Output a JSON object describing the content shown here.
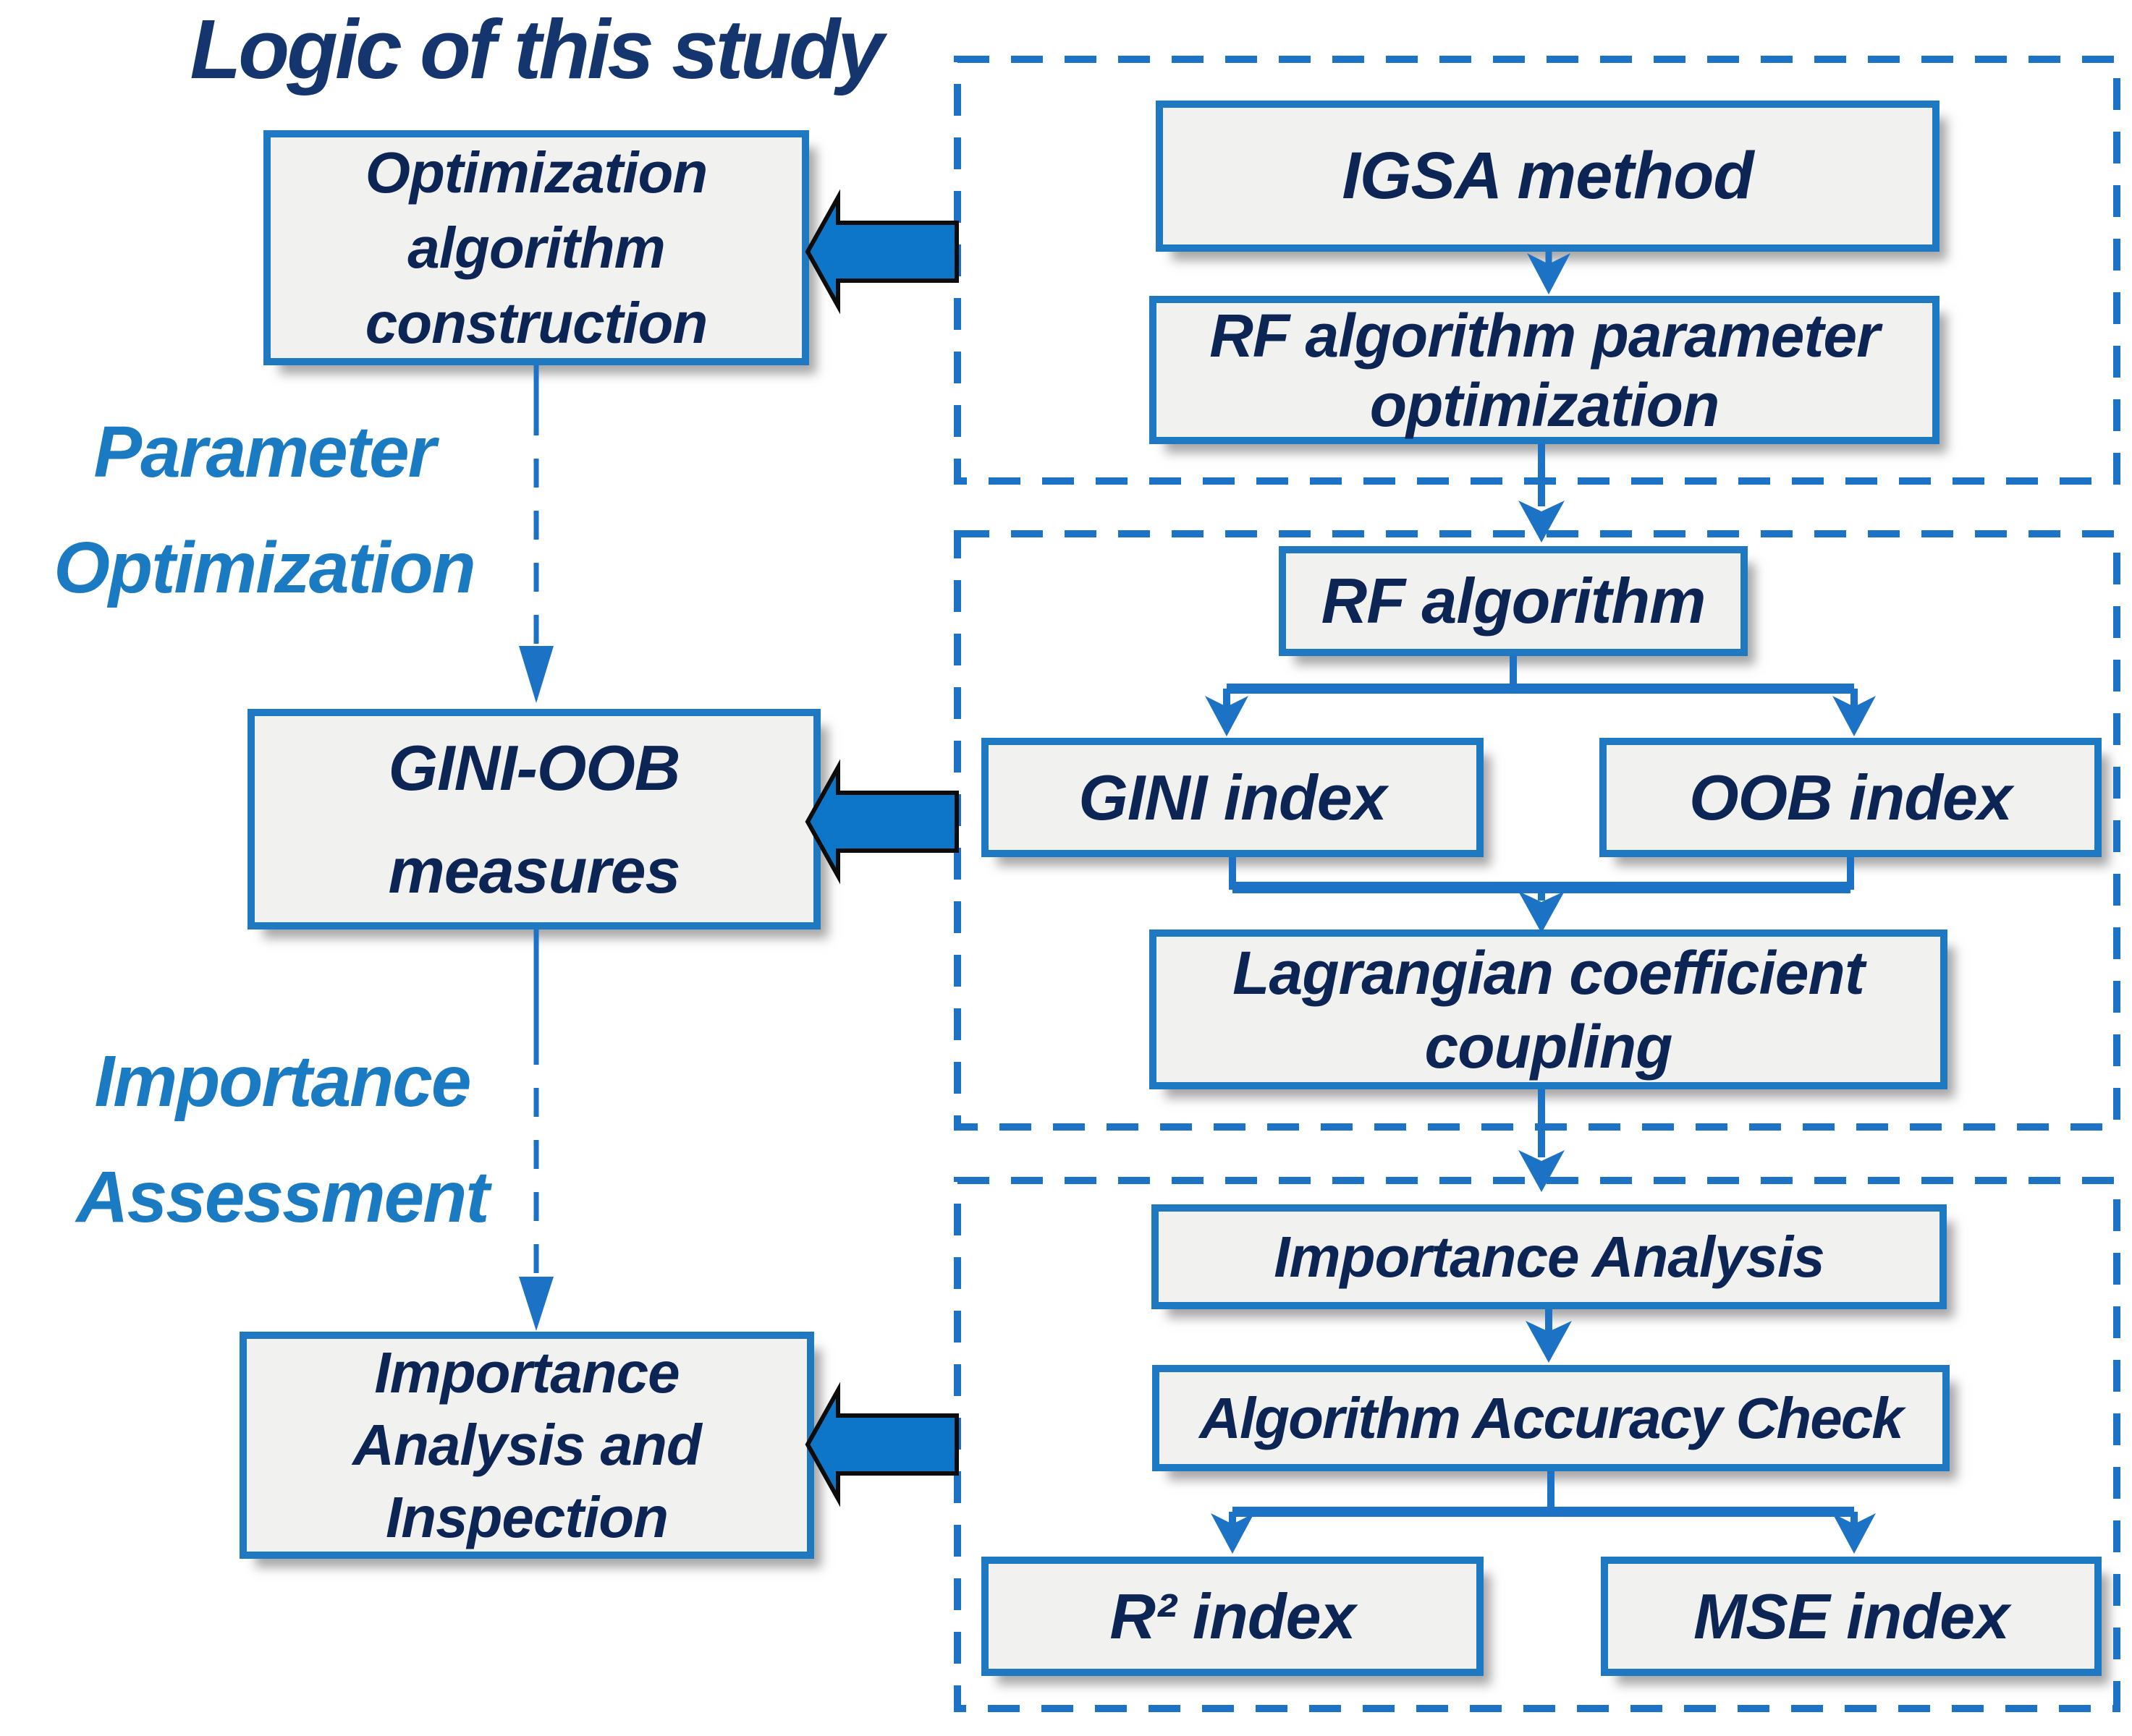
{
  "title": "Logic of this study",
  "colors": {
    "title_navy": "#15356e",
    "box_text_navy": "#0d2554",
    "label_blue": "#1a7ac2",
    "border_blue": "#1e78c2",
    "line_blue": "#1c72c4",
    "arrow_fill_blue": "#0e76c9",
    "arrow_outline": "#0c0c0c",
    "box_fill": "#f1f1ef",
    "canvas_bg": "#ffffff"
  },
  "left_column": {
    "boxes": [
      {
        "id": "optimization-algorithm-construction",
        "lines": [
          "Optimization",
          "algorithm",
          "construction"
        ]
      },
      {
        "id": "gini-oob-measures",
        "lines": [
          "GINI-OOB",
          "measures"
        ]
      },
      {
        "id": "importance-analysis-and-inspection",
        "lines": [
          "Importance",
          "Analysis and",
          "Inspection"
        ]
      }
    ],
    "labels": [
      {
        "id": "parameter-optimization",
        "lines": [
          "Parameter",
          "Optimization"
        ]
      },
      {
        "id": "importance-assessment",
        "lines": [
          "Importance",
          "Assessment"
        ]
      }
    ]
  },
  "stages": [
    {
      "name": "parameter-optimization-stage",
      "boxes": [
        {
          "id": "igsa-method",
          "lines": [
            "IGSA method"
          ]
        },
        {
          "id": "rf-algorithm-parameter-optimization",
          "lines": [
            "RF algorithm parameter",
            "optimization"
          ]
        }
      ]
    },
    {
      "name": "gini-oob-stage",
      "boxes": [
        {
          "id": "rf-algorithm",
          "lines": [
            "RF algorithm"
          ]
        },
        {
          "id": "gini-index",
          "lines": [
            "GINI index"
          ]
        },
        {
          "id": "oob-index",
          "lines": [
            "OOB index"
          ]
        },
        {
          "id": "lagrangian-coefficient-coupling",
          "lines": [
            "Lagrangian coefficient",
            "coupling"
          ]
        }
      ]
    },
    {
      "name": "importance-stage",
      "boxes": [
        {
          "id": "importance-analysis",
          "lines": [
            "Importance Analysis"
          ]
        },
        {
          "id": "algorithm-accuracy-check",
          "lines": [
            "Algorithm Accuracy Check"
          ]
        },
        {
          "id": "r2-index",
          "lines": [
            "R² index"
          ]
        },
        {
          "id": "mse-index",
          "lines": [
            "MSE index"
          ]
        }
      ]
    }
  ]
}
